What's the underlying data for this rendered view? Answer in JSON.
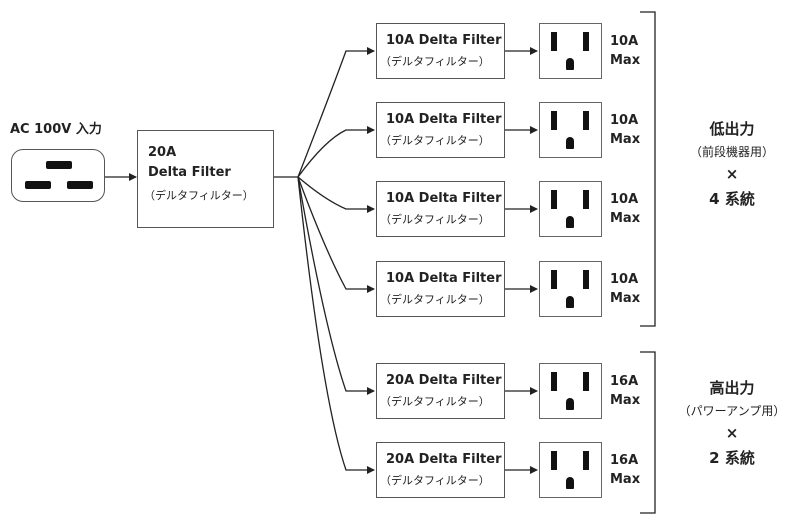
{
  "input": {
    "label": "AC 100V 入力"
  },
  "main_filter": {
    "line1": "20A",
    "line2": "Delta Filter",
    "line3": "（デルタフィルター）"
  },
  "branches": [
    {
      "filter": "10A Delta Filter",
      "sub": "（デルタフィルター）",
      "rating_amp": "10A",
      "rating_max": "Max"
    },
    {
      "filter": "10A Delta Filter",
      "sub": "（デルタフィルター）",
      "rating_amp": "10A",
      "rating_max": "Max"
    },
    {
      "filter": "10A Delta Filter",
      "sub": "（デルタフィルター）",
      "rating_amp": "10A",
      "rating_max": "Max"
    },
    {
      "filter": "10A Delta Filter",
      "sub": "（デルタフィルター）",
      "rating_amp": "10A",
      "rating_max": "Max"
    },
    {
      "filter": "20A Delta Filter",
      "sub": "（デルタフィルター）",
      "rating_amp": "16A",
      "rating_max": "Max"
    },
    {
      "filter": "20A Delta Filter",
      "sub": "（デルタフィルター）",
      "rating_amp": "16A",
      "rating_max": "Max"
    }
  ],
  "group_front": {
    "title": "低出力",
    "purpose": "（前段機器用）",
    "times": "×",
    "count": "4 系統"
  },
  "group_power": {
    "title": "高出力",
    "purpose": "（パワーアンプ用）",
    "times": "×",
    "count": "2 系統"
  }
}
